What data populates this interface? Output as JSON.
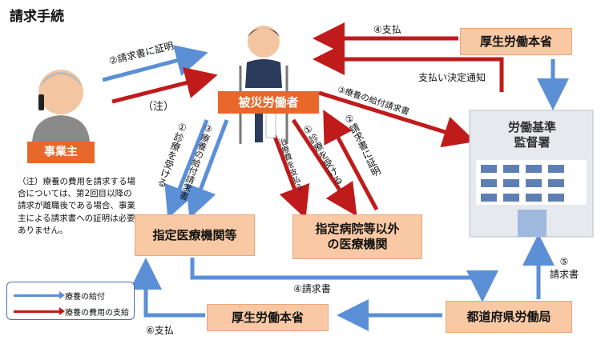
{
  "title": "請求手続",
  "nodes": {
    "employer": "事業主",
    "victim": "被災労働者",
    "designated": "指定医療機関等",
    "non_designated": "指定病院等以外\nの医療機関",
    "mhlw_top": "厚生労働本省",
    "mhlw_bottom": "厚生労働本省",
    "labor_office": "都道府県労働局",
    "inspection_office": "労働基準\n監督署"
  },
  "labels": {
    "cert_request": "②請求書に証明",
    "note_mark": "（注）",
    "pay_top": "④支払",
    "pay_decision": "支払い決定通知",
    "claim_to_office": "③療養の給付請求書",
    "receive_treat_1": "①診療を受ける",
    "claim_form_3": "③療養の給付請求書",
    "pay_treatment_fee": "治療費を支払う",
    "receive_treat_2": "①診療を受ける",
    "cert_request_2": "②請求書に証明",
    "claim_4": "④請求書",
    "claim_5": "⑤\n請求書",
    "pay_6": "⑥支払"
  },
  "note": "（注）療養の費用を請求する場合については、第2回目以降の請求が離職後である場合、事業主による請求書への証明は必要ありません。",
  "legend": {
    "benefit": "療養の給付",
    "cost": "療養の費用の支給"
  },
  "colors": {
    "blue": "#5b8fd6",
    "red": "#c01b1b",
    "box": "#f8c9a4",
    "box_dark": "#e8672a"
  }
}
